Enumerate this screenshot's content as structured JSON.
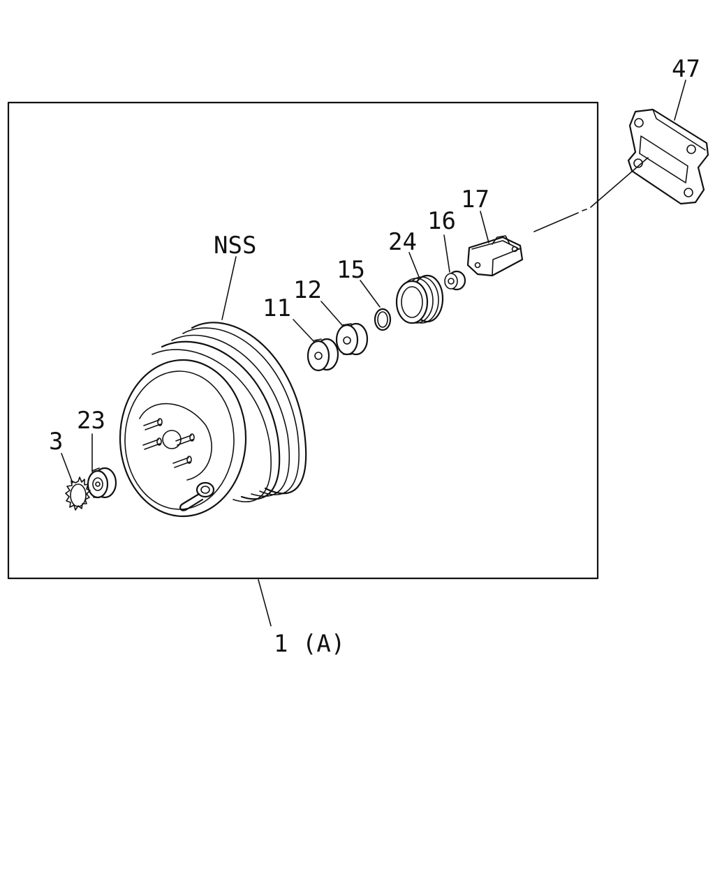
{
  "diagram": {
    "callouts": {
      "item_47": "47",
      "item_17": "17",
      "item_16": "16",
      "item_24": "24",
      "item_15": "15",
      "item_12": "12",
      "item_11": "11",
      "item_nss": "NSS",
      "item_23": "23",
      "item_3": "3",
      "item_1a": "1 (A)"
    },
    "colors": {
      "line": "#111111",
      "background": "#ffffff"
    }
  }
}
